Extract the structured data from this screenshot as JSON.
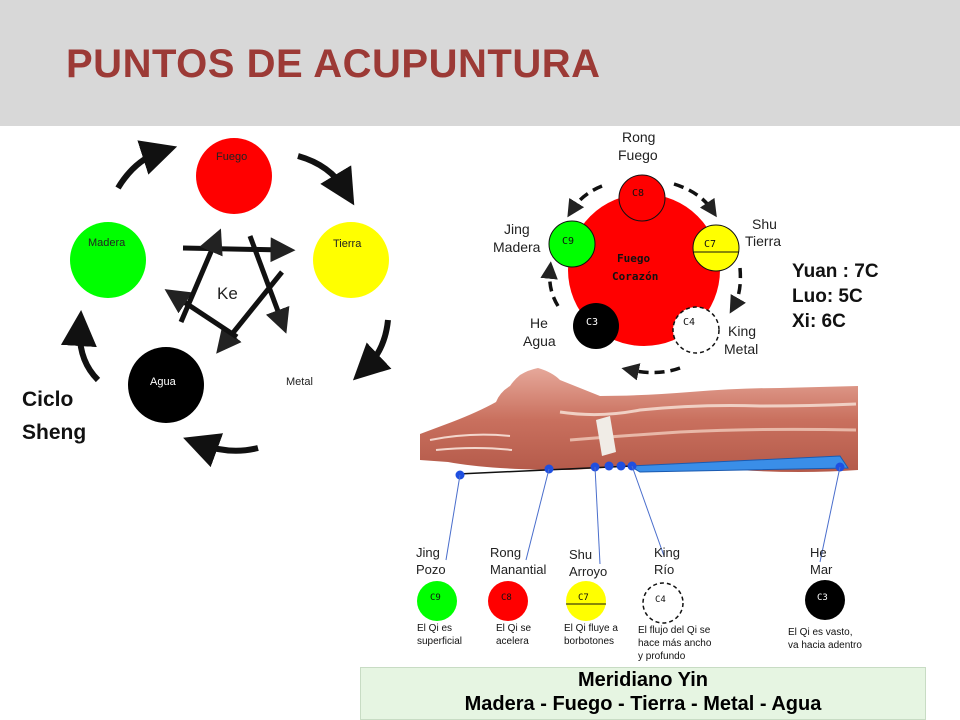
{
  "title": "PUNTOS DE ACUPUNTURA",
  "sheng": {
    "elements": {
      "fuego": "Fuego",
      "tierra": "Tierra",
      "metal": "Metal",
      "agua": "Agua",
      "madera": "Madera"
    },
    "ke_label": "Ke",
    "cycle_label_1": "Ciclo",
    "cycle_label_2": "Sheng",
    "colors": {
      "fuego": "#ff0000",
      "tierra": "#ffff00",
      "metal": "#ffffff",
      "agua": "#000000",
      "madera": "#00ff00"
    }
  },
  "heart": {
    "center_1": "Fuego",
    "center_2": "Corazón",
    "points": {
      "c8": "C8",
      "c7": "C7",
      "c4": "C4",
      "c3": "C3",
      "c9": "C9"
    },
    "labels": {
      "rong_1": "Rong",
      "rong_2": "Fuego",
      "shu_1": "Shu",
      "shu_2": "Tierra",
      "king_1": "King",
      "king_2": "Metal",
      "he_1": "He",
      "he_2": "Agua",
      "jing_1": "Jing",
      "jing_2": "Madera"
    },
    "special": {
      "yuan": "Yuan : 7C",
      "luo": "Luo: 5C",
      "xi": "Xi: 6C"
    }
  },
  "arm_points": [
    {
      "name_1": "Jing",
      "name_2": "Pozo",
      "code": "C9",
      "desc_1": "El Qi es",
      "desc_2": "superficial",
      "desc_3": ""
    },
    {
      "name_1": "Rong",
      "name_2": "Manantial",
      "code": "C8",
      "desc_1": "El Qi se",
      "desc_2": "acelera",
      "desc_3": ""
    },
    {
      "name_1": "Shu",
      "name_2": "Arroyo",
      "code": "C7",
      "desc_1": "El Qi fluye a",
      "desc_2": "borbotones",
      "desc_3": ""
    },
    {
      "name_1": "King",
      "name_2": "Río",
      "code": "C4",
      "desc_1": "El flujo del Qi se",
      "desc_2": "hace más ancho",
      "desc_3": "y profundo"
    },
    {
      "name_1": "He",
      "name_2": "Mar",
      "code": "C3",
      "desc_1": "El Qi es vasto,",
      "desc_2": "va hacia adentro",
      "desc_3": ""
    }
  ],
  "banner": {
    "line_1": "Meridiano Yin",
    "line_2": "Madera - Fuego - Tierra - Metal - Agua"
  }
}
